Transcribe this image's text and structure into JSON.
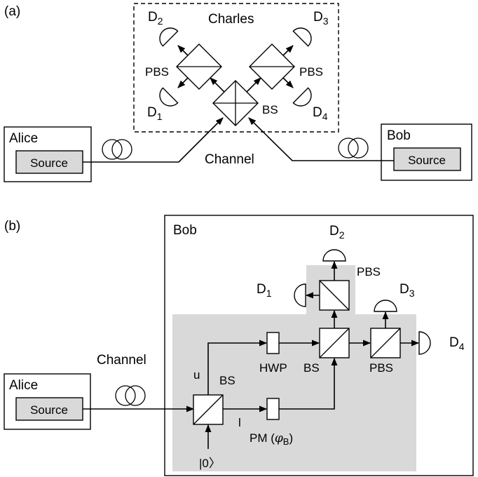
{
  "panel_a": {
    "tag": "(a)",
    "charles": "Charles",
    "alice": "Alice",
    "bob": "Bob",
    "alice_source": "Source",
    "bob_source": "Source",
    "channel": "Channel",
    "pbs_left": "PBS",
    "pbs_right": "PBS",
    "bs": "BS",
    "d1": "D",
    "d1_sub": "1",
    "d2": "D",
    "d2_sub": "2",
    "d3": "D",
    "d3_sub": "3",
    "d4": "D",
    "d4_sub": "4"
  },
  "panel_b": {
    "tag": "(b)",
    "bob": "Bob",
    "alice": "Alice",
    "alice_source": "Source",
    "channel": "Channel",
    "u": "u",
    "l": "l",
    "bs_in": "BS",
    "hwp": "HWP",
    "bs_mid": "BS",
    "pbs_top": "PBS",
    "pbs_right": "PBS",
    "pm": "PM (",
    "pm_phi": "φ",
    "pm_sub": "B",
    "pm_close": ")",
    "vacuum": "|0〉",
    "d1": "D",
    "d1_sub": "1",
    "d2": "D",
    "d2_sub": "2",
    "d3": "D",
    "d3_sub": "3",
    "d4": "D",
    "d4_sub": "4"
  }
}
